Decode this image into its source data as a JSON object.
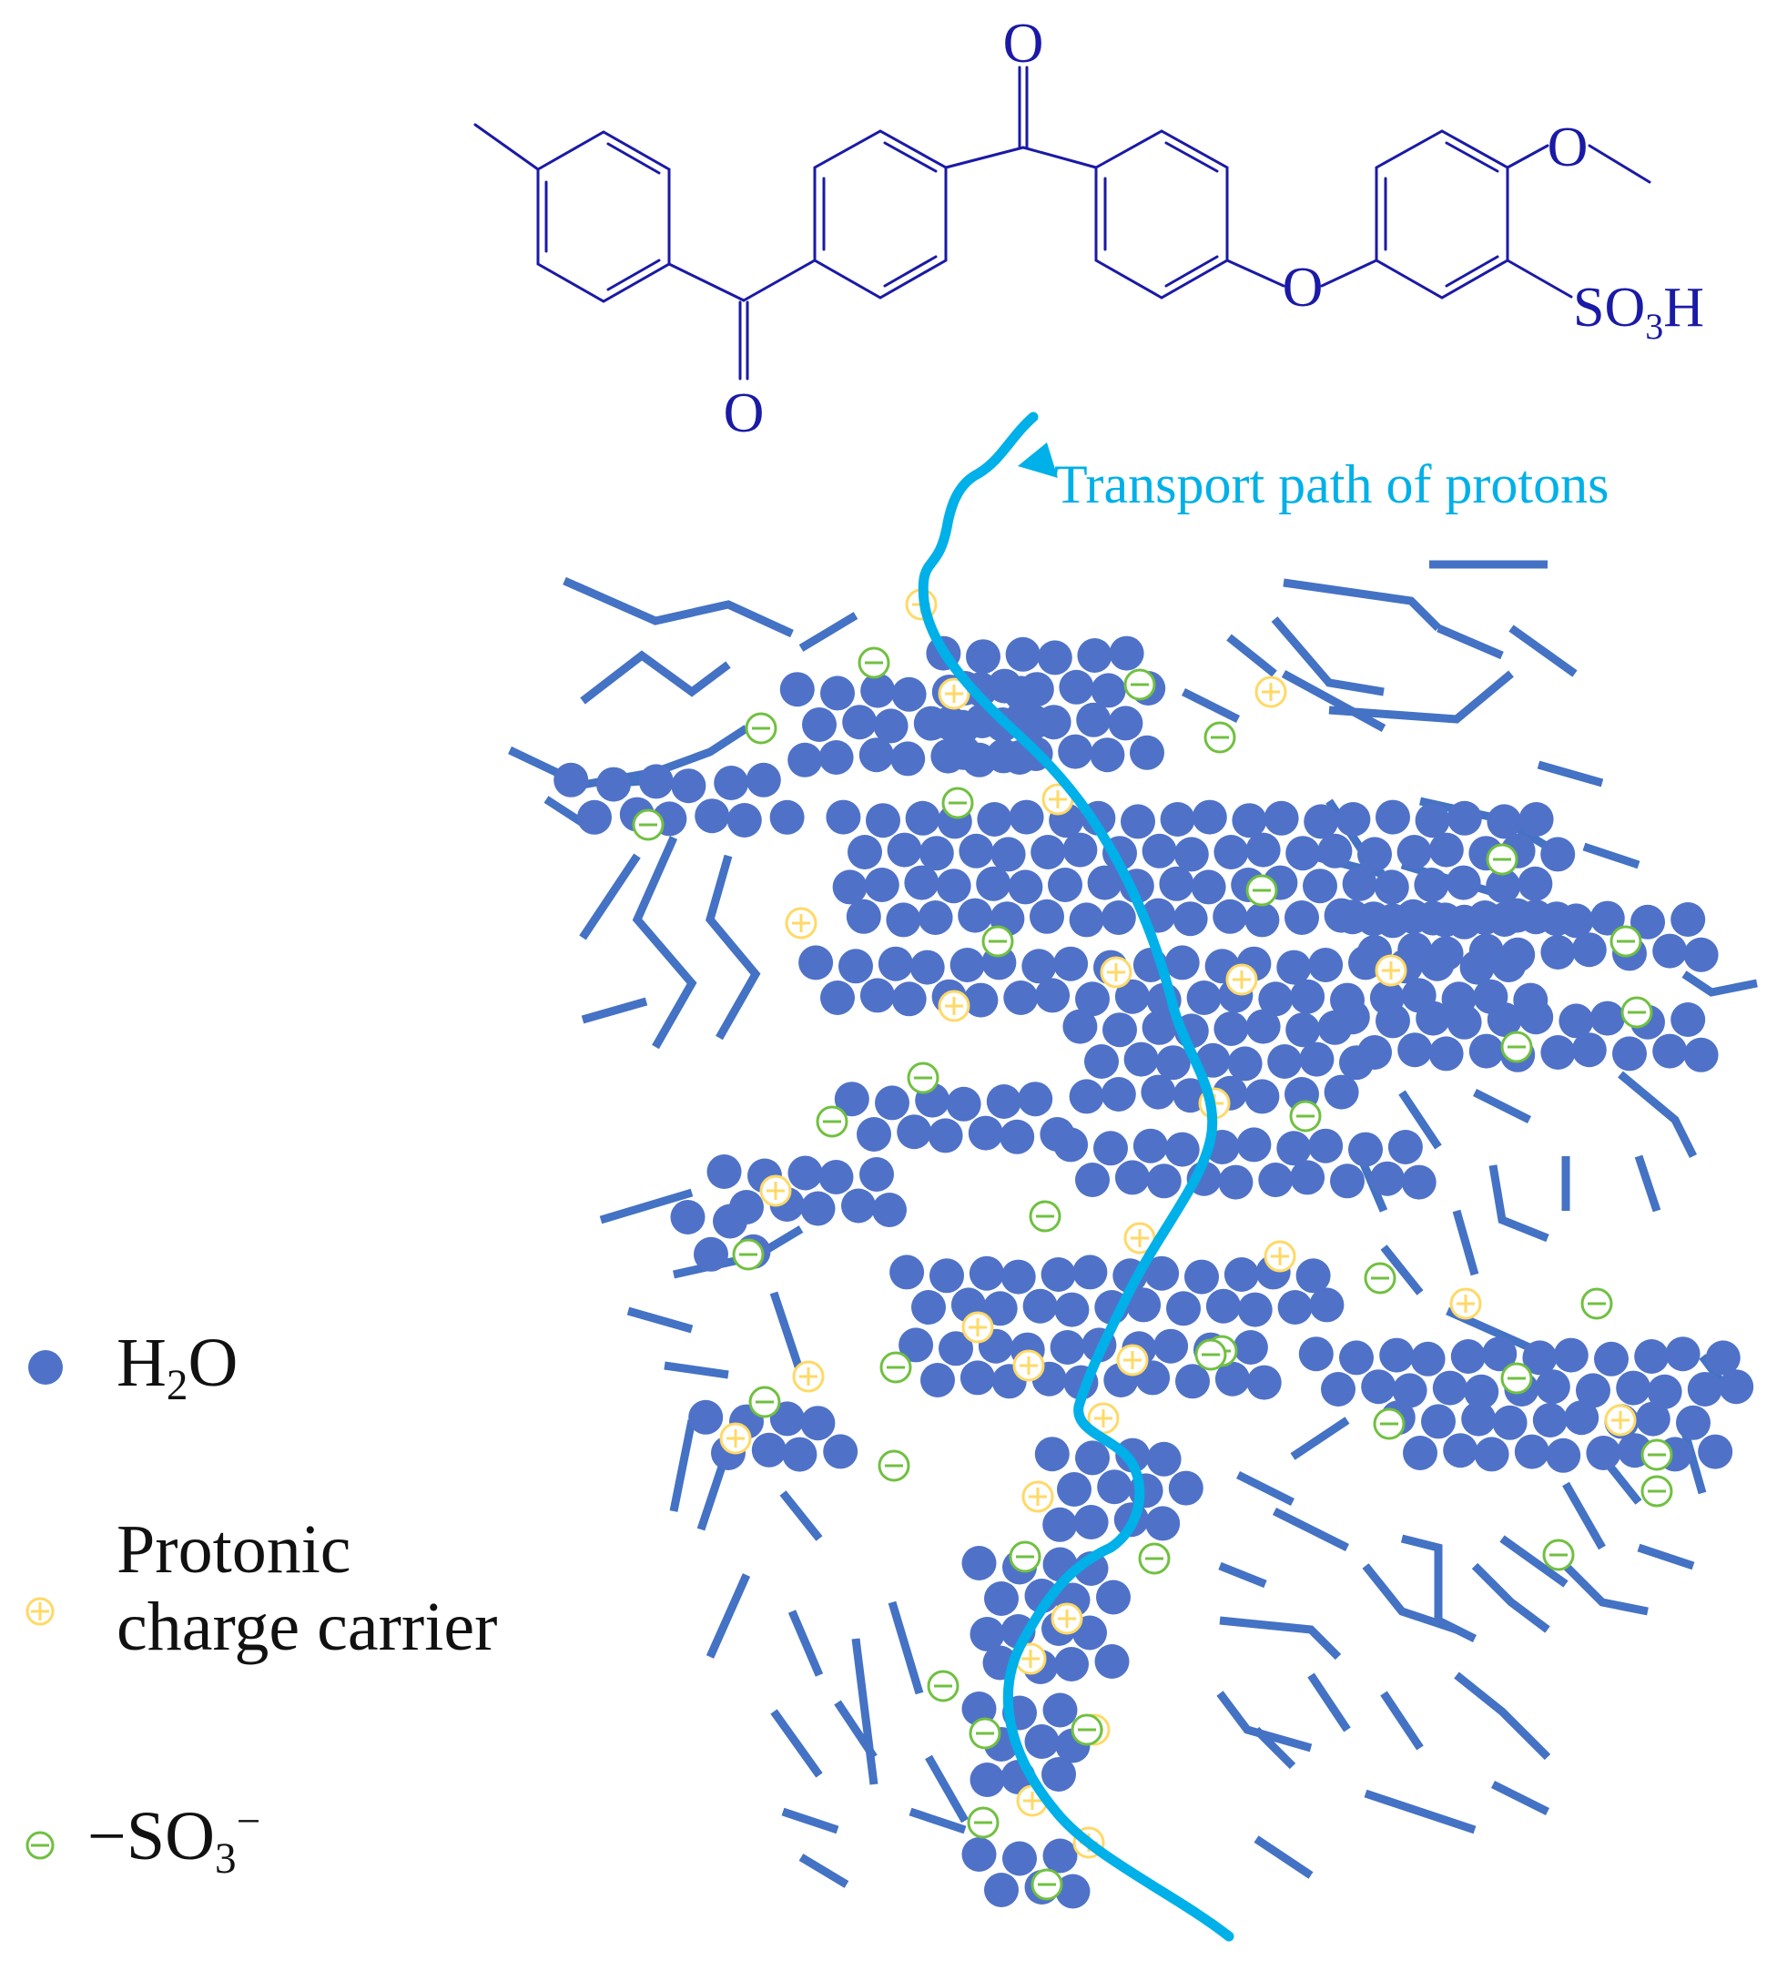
{
  "colors": {
    "structure": "#1a1aa6",
    "polymer": "#4472c4",
    "water": "#4f72c8",
    "proton": "#ffd966",
    "sulfonate": "#70c040",
    "path": "#00b0e8",
    "text": "#111111"
  },
  "structure": {
    "atom_o": "O",
    "atom_s": "S",
    "atom_h": "H",
    "subscript_3": "3"
  },
  "path_label": "Transport path of protons",
  "legend": {
    "water": {
      "icon": "water-molecule-icon",
      "main": "H",
      "sub": "2",
      "tail": "O"
    },
    "proton": {
      "icon": "proton-plus-icon",
      "line1": "Protonic",
      "line2": "charge carrier"
    },
    "sulfonate": {
      "icon": "sulfonate-minus-icon",
      "main": "−SO",
      "sub": "3",
      "sup": "−"
    }
  }
}
